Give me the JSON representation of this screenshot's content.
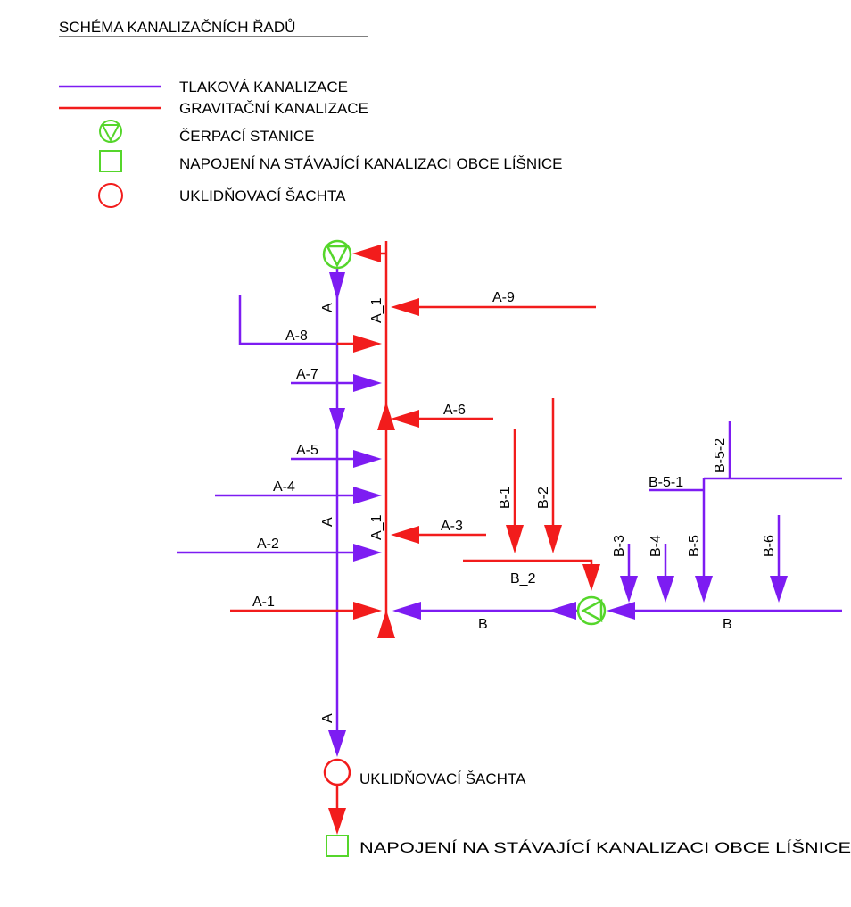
{
  "title": "SCHÉMA KANALIZAČNÍCH ŘADŮ",
  "colors": {
    "pressure": "#7d1cf2",
    "gravity": "#f21c1c",
    "station": "#55d62b",
    "connection": "#55d62b",
    "shaft": "#f21c1c"
  },
  "legend": {
    "pressure": "TLAKOVÁ KANALIZACE",
    "gravity": "GRAVITAČNÍ KANALIZACE",
    "station": "ČERPACÍ STANICE",
    "connection": "NAPOJENÍ NA STÁVAJÍCÍ KANALIZACI OBCE LÍŠNICE",
    "shaft": "UKLIDŇOVACÍ ŠACHTA"
  },
  "labels": {
    "A_top": "A",
    "A_mid": "A",
    "A_bottom": "A",
    "A_1_top": "A_1",
    "A_1_bottom": "A_1",
    "A_9": "A-9",
    "A_8": "A-8",
    "A_7": "A-7",
    "A_6": "A-6",
    "A_5": "A-5",
    "A_4": "A-4",
    "A_3": "A-3",
    "A_2": "A-2",
    "A_1_branch": "A-1",
    "B_1": "B-1",
    "B_2": "B-2",
    "B_2_line": "B_2",
    "B_3": "B-3",
    "B_4": "B-4",
    "B_5": "B-5",
    "B_5_1": "B-5-1",
    "B_5_2": "B-5-2",
    "B_6": "B-6",
    "B_left": "B",
    "B_right": "B",
    "shaft": "UKLIDŇOVACÍ ŠACHTA",
    "connection": "NAPOJENÍ NA STÁVAJÍCÍ KANALIZACI OBCE LÍŠNICE"
  }
}
